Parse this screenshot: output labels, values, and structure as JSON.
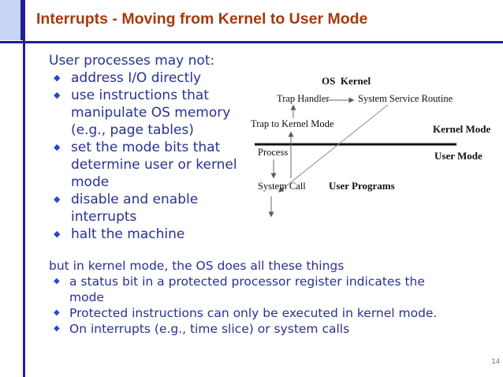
{
  "slide": {
    "title": "Interrupts - Moving from Kernel to User Mode",
    "page_number": "14"
  },
  "content": {
    "intro": "User processes may not:",
    "bullets": [
      "address I/O directly",
      "use instructions that\nmanipulate OS memory\n(e.g., page tables)",
      "set the mode bits that\ndetermine user or kernel\nmode",
      "disable and enable\ninterrupts",
      "halt the machine"
    ],
    "kernel_intro": "but in kernel mode, the OS does all these things",
    "kernel_bullets": [
      "a status bit in a protected processor register indicates the\nmode",
      "Protected instructions can only be executed in kernel mode.",
      "On interrupts (e.g., time slice) or system calls"
    ]
  },
  "diagram": {
    "os_kernel": "OS  Kernel",
    "trap_handler": "Trap Handler",
    "system_service_routine": "System Service Routine",
    "trap_to_kernel_mode": "Trap to Kernel Mode",
    "kernel_mode": "Kernel Mode",
    "user_mode": "User Mode",
    "process": "Process",
    "system_call": "System Call",
    "user_programs": "User Programs"
  },
  "icons": {
    "bullet": "diamond-bullet-icon"
  },
  "colors": {
    "title_red": "#a63a0d",
    "body_blue": "#283193",
    "bullet_blue": "#2a47ce",
    "frame_navy": "#1f1f96",
    "corner_fill": "#c9d3f5",
    "diagram_black": "#111111",
    "page_number_gray": "#6b6f9e"
  }
}
